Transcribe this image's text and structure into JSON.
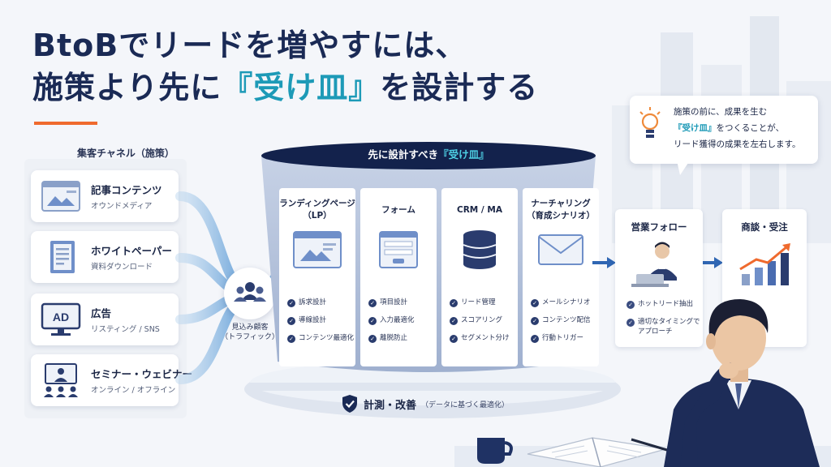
{
  "title": {
    "line1": "BtoBでリードを増やすには、",
    "line2_pre": "施策より先に",
    "line2_accent": "『受け皿』",
    "line2_post": "を設計する"
  },
  "channels": {
    "heading": "集客チャネル（施策）",
    "items": [
      {
        "name": "記事コンテンツ",
        "sub": "オウンドメディア",
        "icon": "article-icon"
      },
      {
        "name": "ホワイトペーパー",
        "sub": "資料ダウンロード",
        "icon": "document-icon"
      },
      {
        "name": "広告",
        "sub": "リスティング / SNS",
        "icon": "ad-monitor-icon",
        "icon_text": "AD"
      },
      {
        "name": "セミナー・ウェビナー",
        "sub": "オンライン / オフライン",
        "icon": "webinar-icon"
      }
    ]
  },
  "traffic": {
    "icon": "people-icon",
    "line1": "見込み顧客",
    "line2": "（トラフィック）"
  },
  "bowl": {
    "label_pre": "先に設計すべき",
    "label_accent": "『受け皿』",
    "columns": [
      {
        "title1": "ランディングページ",
        "title2": "（LP）",
        "icon": "landing-page-icon",
        "items": [
          "訴求設計",
          "導線設計",
          "コンテンツ最適化"
        ]
      },
      {
        "title1": "フォーム",
        "title2": "",
        "icon": "form-icon",
        "items": [
          "項目設計",
          "入力最適化",
          "離脱防止"
        ]
      },
      {
        "title1": "CRM / MA",
        "title2": "",
        "icon": "database-icon",
        "items": [
          "リード管理",
          "スコアリング",
          "セグメント分け"
        ]
      },
      {
        "title1": "ナーチャリング",
        "title2": "（育成シナリオ）",
        "icon": "mail-icon",
        "items": [
          "メールシナリオ",
          "コンテンツ配信",
          "行動トリガー"
        ]
      }
    ]
  },
  "measure": {
    "label": "計測・改善",
    "sub": "（データに基づく最適化）"
  },
  "sales_follow": {
    "title": "営業フォロー",
    "items": [
      "ホットリード抽出",
      "適切なタイミングで",
      "アプローチ"
    ]
  },
  "deal": {
    "title": "商談・受注"
  },
  "bubble": {
    "line1": "施策の前に、成果を生む",
    "line2_accent": "『受け皿』",
    "line2_post": "をつくることが、",
    "line3": "リード獲得の成果を左右します。"
  },
  "colors": {
    "navy": "#1a2a55",
    "accent": "#1d9ab7",
    "orange": "#ef6a2e",
    "flow": "#7ab0dd"
  }
}
